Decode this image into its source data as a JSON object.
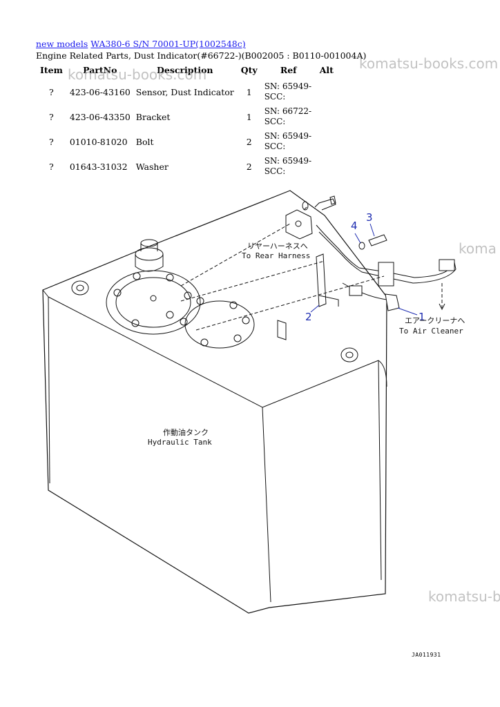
{
  "breadcrumb": {
    "link1": "new models",
    "link2": "WA380-6 S/N 70001-UP(1002548c)"
  },
  "page_title": "Engine Related Parts, Dust Indicator(#66722-)(B002005 : B0110-001004A)",
  "table": {
    "headers": {
      "item": "Item",
      "partno": "PartNo",
      "description": "Description",
      "qty": "Qty",
      "ref": "Ref",
      "alt": "Alt"
    },
    "rows": [
      {
        "item": "?",
        "partno": "423-06-43160",
        "description": "Sensor, Dust Indicator",
        "qty": "1",
        "ref": "SN: 65949-SCC:",
        "alt": ""
      },
      {
        "item": "?",
        "partno": "423-06-43350",
        "description": "Bracket",
        "qty": "1",
        "ref": "SN: 66722-SCC:",
        "alt": ""
      },
      {
        "item": "?",
        "partno": "01010-81020",
        "description": "Bolt",
        "qty": "2",
        "ref": "SN: 65949-SCC:",
        "alt": ""
      },
      {
        "item": "?",
        "partno": "01643-31032",
        "description": "Washer",
        "qty": "2",
        "ref": "SN: 65949-SCC:",
        "alt": ""
      }
    ]
  },
  "watermarks": {
    "w1": "komatsu-books.com",
    "w2": "komatsu-books.com",
    "w3": "koma",
    "w4": "komatsu-b"
  },
  "diagram": {
    "callout1": "1",
    "callout2": "2",
    "callout3": "3",
    "callout4": "4",
    "rear_harness_jp": "リヤーハーネスへ",
    "rear_harness_en": "To Rear Harness",
    "air_cleaner_jp": "エアークリーナへ",
    "air_cleaner_en": "To Air Cleaner",
    "tank_jp": "作動油タンク",
    "tank_en": "Hydraulic Tank",
    "callout_color": "#1c2bb0"
  },
  "drawing_code": "JA011931"
}
